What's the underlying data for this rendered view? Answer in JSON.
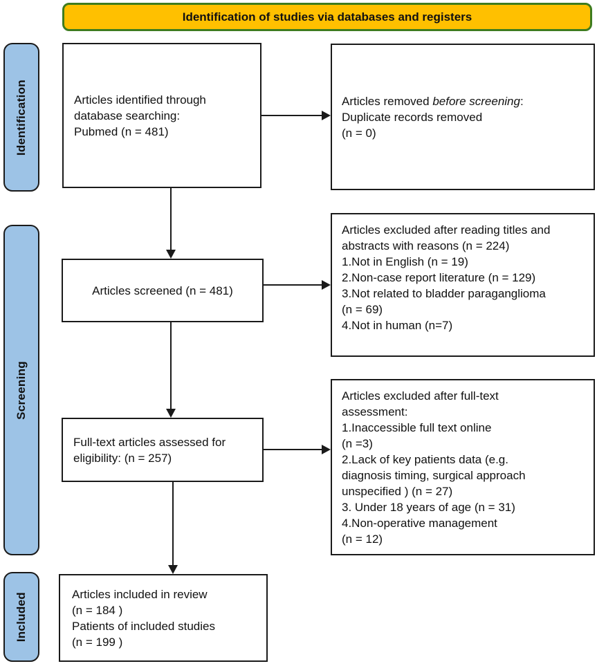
{
  "header": {
    "title": "Identification of studies via databases and registers"
  },
  "stages": [
    {
      "label": "Identification"
    },
    {
      "label": "Screening"
    },
    {
      "label": "Included"
    }
  ],
  "boxes": {
    "identified": {
      "lines": [
        "Articles identified through",
        "database searching:",
        "Pubmed (n = 481)"
      ]
    },
    "removed": {
      "prefix": "Articles removed ",
      "italic": "before screening",
      "colon": ":",
      "lines": [
        "Duplicate records removed",
        "(n = 0)"
      ]
    },
    "screened": {
      "text": "Articles screened (n = 481)"
    },
    "excluded_titles": {
      "lines": [
        "Articles excluded after reading titles and",
        "abstracts with reasons (n = 224)",
        "1.Not in English (n = 19)",
        "2.Non-case report literature (n = 129)",
        "3.Not related to bladder paraganglioma",
        "(n = 69)",
        "4.Not in human (n=7)"
      ]
    },
    "fulltext": {
      "lines": [
        "Full-text articles assessed for",
        "eligibility: (n = 257)"
      ]
    },
    "excluded_fulltext": {
      "lines": [
        "Articles excluded after full-text",
        "assessment:",
        "1.Inaccessible full text online",
        "(n =3)",
        "2.Lack of key patients data (e.g.",
        "diagnosis timing, surgical approach",
        "unspecified ) (n = 27)",
        "3. Under 18 years of age (n = 31)",
        "4.Non-operative management",
        "(n = 12)"
      ]
    },
    "included": {
      "lines": [
        "Articles included in review",
        "(n = 184 )",
        "Patients of included studies",
        "(n = 199 )"
      ]
    }
  },
  "colors": {
    "header-fill": "#FFC000",
    "header-border": "#3E7C1F",
    "stage-fill": "#9DC3E6",
    "line-color": "#1a1a1a",
    "box-bg": "#ffffff",
    "text-color": "#111111",
    "page-bg": "#ffffff"
  }
}
